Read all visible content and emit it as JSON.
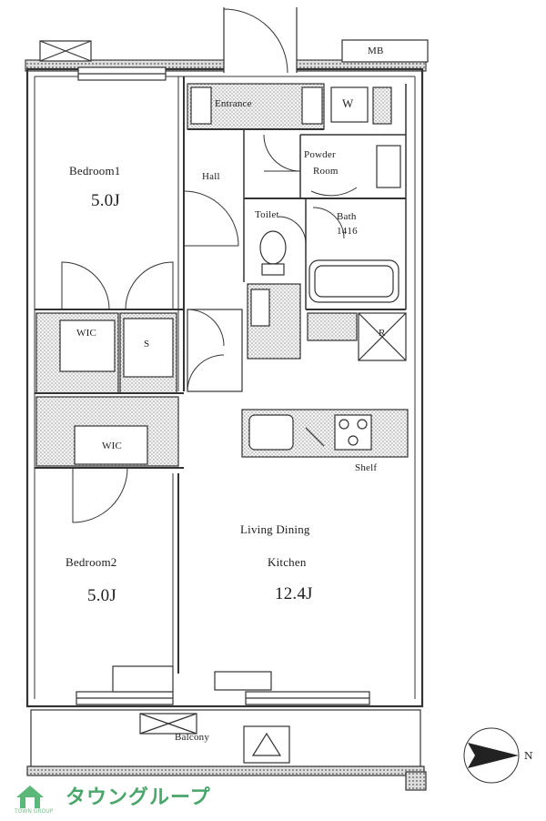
{
  "rooms": {
    "bedroom1": {
      "name": "Bedroom1",
      "size": "5.0J"
    },
    "bedroom2": {
      "name": "Bedroom2",
      "size": "5.0J"
    },
    "ldk": {
      "name1": "Living Dining",
      "name2": "Kitchen",
      "size": "12.4J"
    },
    "entrance": "Entrance",
    "hall": "Hall",
    "powder": {
      "line1": "Powder",
      "line2": "Room"
    },
    "toilet": "Toilet",
    "bath": {
      "name": "Bath",
      "size": "1416"
    },
    "wic1": "WIC",
    "wic2": "WIC",
    "storage": "S",
    "mb": "MB",
    "washer": "W",
    "fridge": "R",
    "shelf": "Shelf",
    "balcony": "Balcony"
  },
  "logo": {
    "text": "タウングループ",
    "sub": "TOWN GROUP"
  },
  "compass": {
    "north": "N"
  }
}
